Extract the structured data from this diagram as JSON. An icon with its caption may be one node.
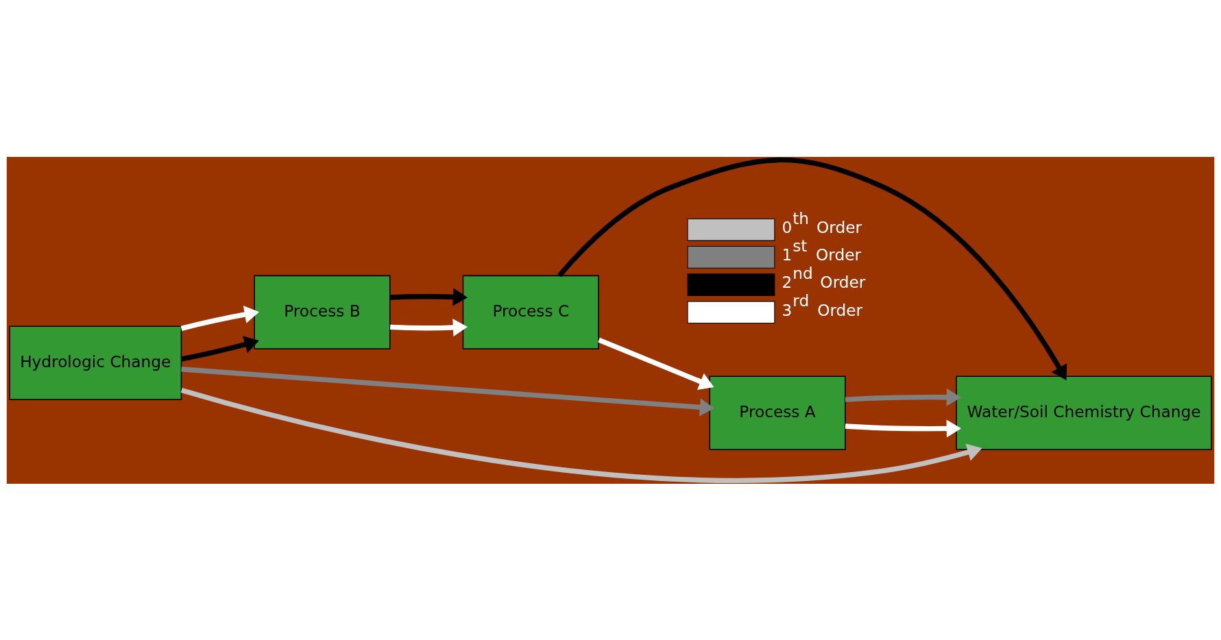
{
  "diagram": {
    "nodes": [
      {
        "text": [
          "Process A"
        ]
      },
      {
        "text": [
          "Hydrologic Change"
        ]
      },
      {
        "text": [
          "Water/Soil Chemistry Change"
        ]
      },
      {
        "text": [
          "Process B"
        ]
      },
      {
        "text": [
          "Process C"
        ]
      }
    ],
    "edges": [
      {
        "from": 1,
        "to": 0,
        "arrow": "to",
        "color": "#808080"
      },
      {
        "from": 0,
        "to": 2,
        "arrow": "to"
      },
      {
        "from": 0,
        "to": 2,
        "arrow": "to",
        "color": "#808080"
      },
      {
        "from": 4,
        "to": 0,
        "arrow": "to"
      },
      {
        "from": 1,
        "to": 2,
        "arrow": "to",
        "color": "#c0c0c0"
      },
      {
        "from": 1,
        "to": 3,
        "arrow": "to",
        "color": "#000000"
      },
      {
        "from": 1,
        "to": 3,
        "arrow": "to"
      },
      {
        "from": 3,
        "to": 4,
        "arrow": "to"
      },
      {
        "from": 3,
        "to": 4,
        "arrow": "to",
        "color": "#000000"
      },
      {
        "from": 4,
        "to": 2,
        "arrow": "to",
        "color": "#000000"
      }
    ],
    "legend": [
      {
        "text": "0$^{th}$ Order",
        "color": "#c0c0c0"
      },
      {
        "text": "1$^{st}$ Order",
        "color": "#808080"
      },
      {
        "text": "2$^{nd}$ Order",
        "color": "#000000"
      },
      {
        "text": "3$^{rd}$ Order",
        "color": "#ffffff"
      }
    ]
  }
}
